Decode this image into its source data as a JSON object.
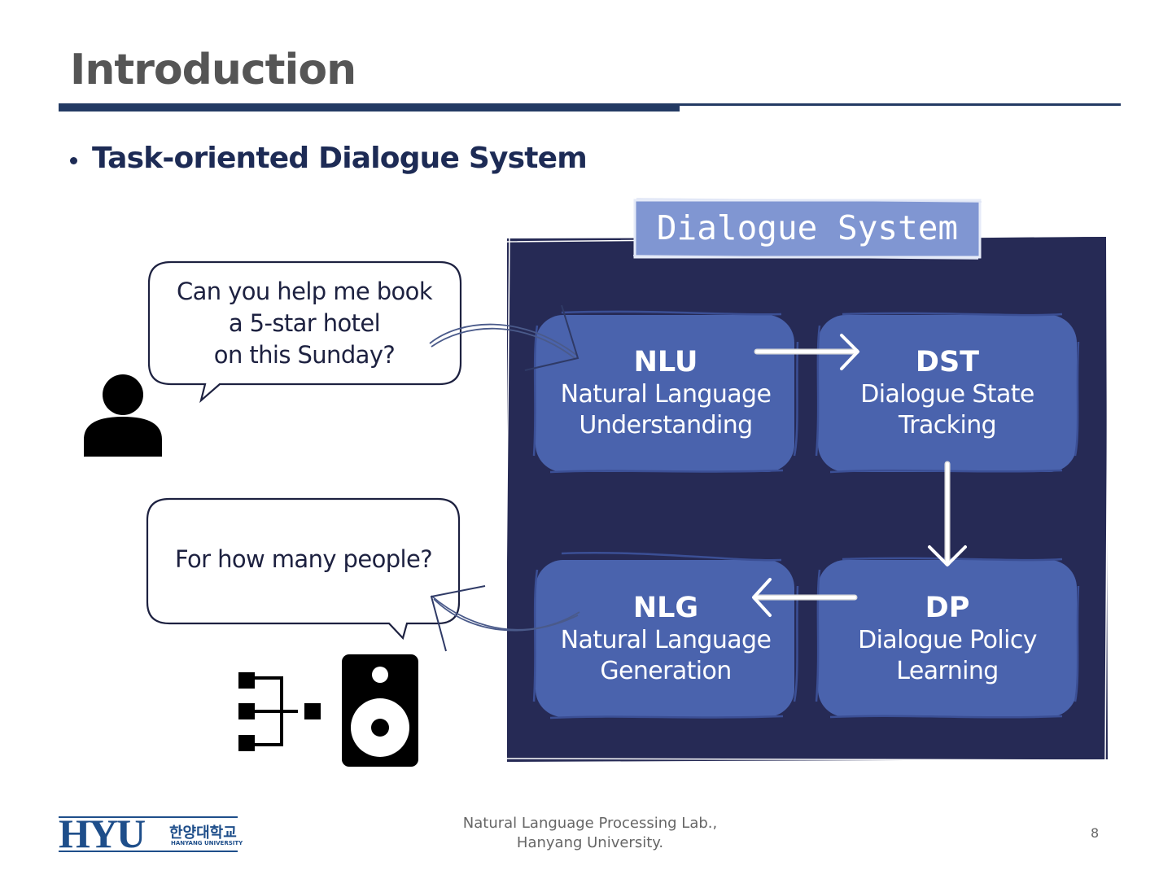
{
  "slide": {
    "title": "Introduction",
    "bullet": "Task-oriented Dialogue System"
  },
  "diagram": {
    "system_label": "Dialogue System",
    "modules": {
      "nlu": {
        "abbr": "NLU",
        "full": "Natural Language\nUnderstanding"
      },
      "dst": {
        "abbr": "DST",
        "full": "Dialogue State\nTracking"
      },
      "dp": {
        "abbr": "DP",
        "full": "Dialogue Policy\nLearning"
      },
      "nlg": {
        "abbr": "NLG",
        "full": "Natural Language\nGeneration"
      }
    },
    "user_utterance": "Can you help me book\na 5-star hotel\non this Sunday?",
    "system_utterance": "For how many people?"
  },
  "colors": {
    "system_box": "#262a55",
    "module": "#4a63ad",
    "label_box": "#8096d2",
    "title_rule": "#233a63"
  },
  "icons": [
    "person-icon",
    "network-icon",
    "speaker-icon"
  ],
  "footer": {
    "logo_text": "HYU",
    "logo_korean": "한양대학교",
    "logo_english": "HANYANG UNIVERSITY",
    "lab_name": "Natural Language Processing Lab.,\nHanyang University.",
    "page_number": "8"
  }
}
